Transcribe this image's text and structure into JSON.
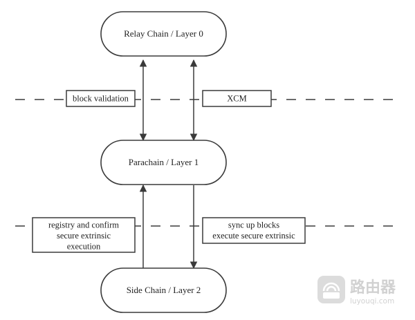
{
  "diagram": {
    "nodes": {
      "relay": "Relay Chain / Layer 0",
      "parachain": "Parachain / Layer 1",
      "side": "Side Chain / Layer 2"
    },
    "labels": {
      "block_validation": "block validation",
      "xcm": "XCM",
      "registry": [
        "registry and confirm",
        "secure extrinsic",
        "execution"
      ],
      "sync": [
        "sync up blocks",
        "execute secure extrinsic"
      ]
    }
  },
  "watermark": {
    "brand": "路由器",
    "site": "luyouqi.com"
  }
}
